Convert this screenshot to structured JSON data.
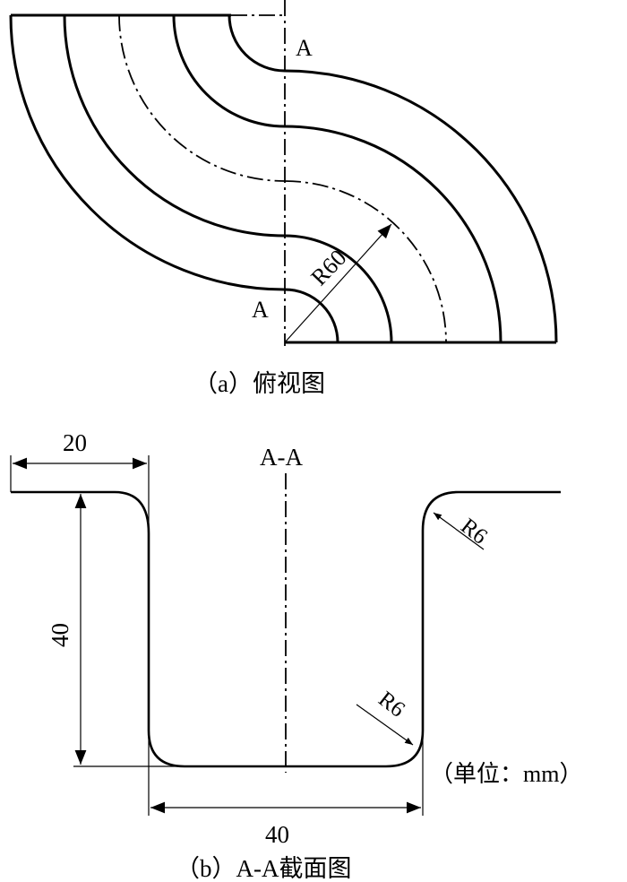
{
  "top_view": {
    "section_label_top": "A",
    "section_label_bottom": "A",
    "radius_label": "R60",
    "caption": "（a）俯视图"
  },
  "section_view": {
    "title": "A-A",
    "dim_width_top": "20",
    "dim_depth": "40",
    "dim_bottom_width": "40",
    "radius_top": "R6",
    "radius_bottom": "R6",
    "unit_note": "（单位：mm）",
    "caption": "（b）A-A截面图"
  }
}
